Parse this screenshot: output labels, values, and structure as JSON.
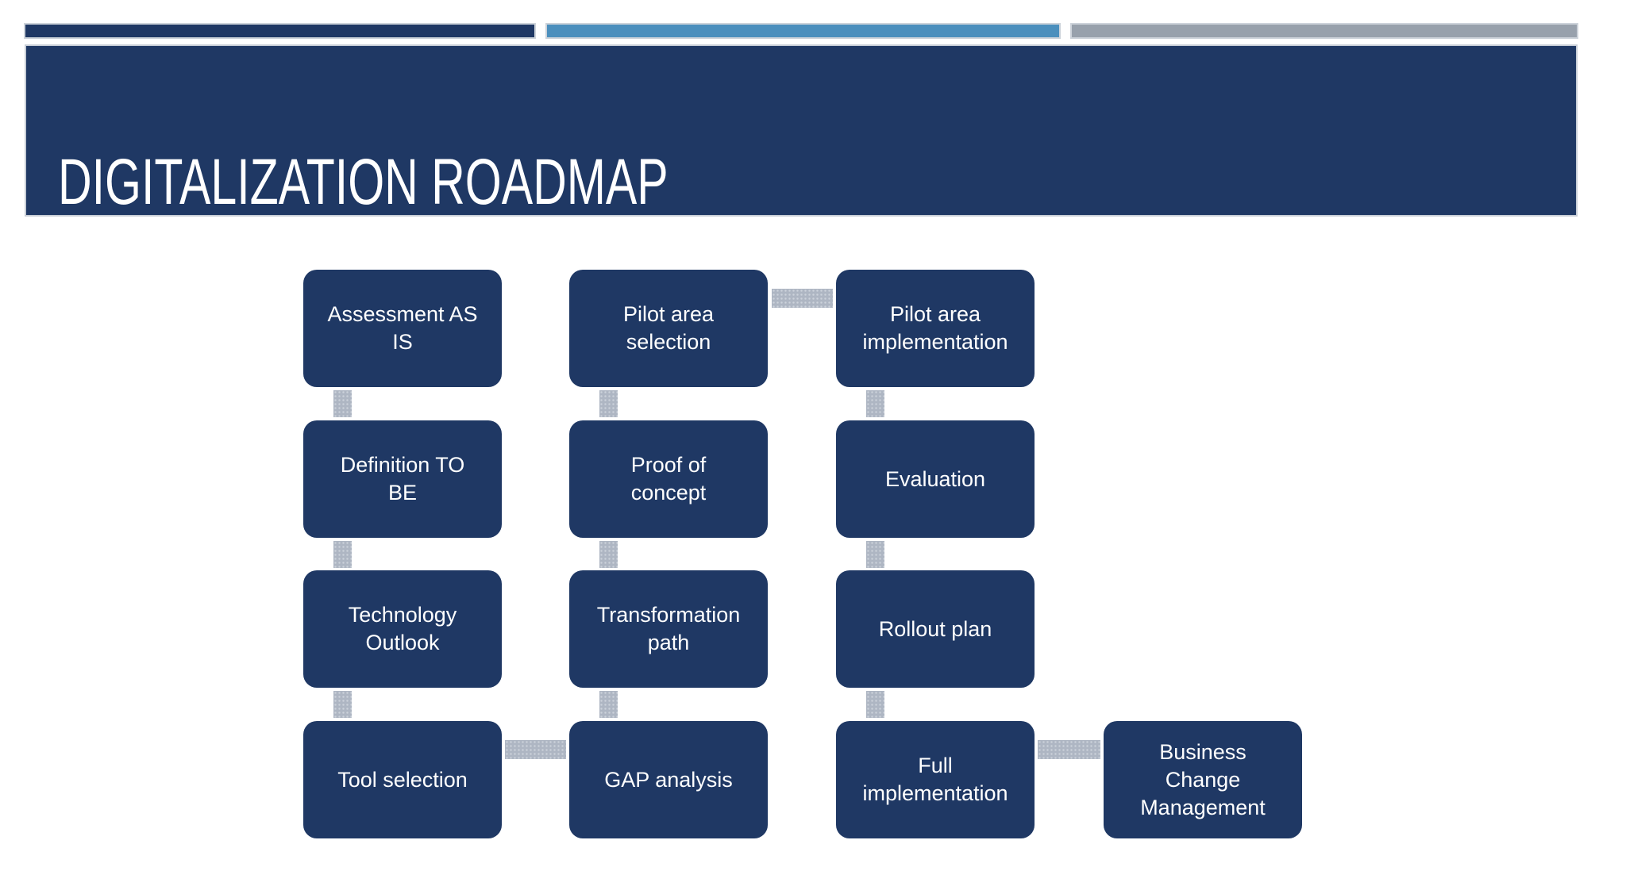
{
  "slide": {
    "title": "DIGITALIZATION ROADMAP",
    "background_color": "#ffffff",
    "title_band_color": "#1f3864",
    "title_text_color": "#ffffff",
    "accent_bars": [
      {
        "name": "navy-bar",
        "color": "#1f3864"
      },
      {
        "name": "blue-bar",
        "color": "#4b8fbd"
      },
      {
        "name": "gray-bar",
        "color": "#98a1ac"
      }
    ]
  },
  "diagram": {
    "box_color": "#1f3864",
    "box_text_color": "#ffffff",
    "connector_color": "#aeb6c3",
    "boxes": [
      {
        "id": "assessment-as-is",
        "label": "Assessment AS IS",
        "col": 1,
        "row": 1
      },
      {
        "id": "definition-to-be",
        "label": "Definition TO BE",
        "col": 1,
        "row": 2
      },
      {
        "id": "technology-outlook",
        "label": "Technology Outlook",
        "col": 1,
        "row": 3
      },
      {
        "id": "tool-selection",
        "label": "Tool selection",
        "col": 1,
        "row": 4
      },
      {
        "id": "pilot-area-selection",
        "label": "Pilot area selection",
        "col": 2,
        "row": 1
      },
      {
        "id": "proof-of-concept",
        "label": "Proof of concept",
        "col": 2,
        "row": 2
      },
      {
        "id": "transformation-path",
        "label": "Transformation path",
        "col": 2,
        "row": 3
      },
      {
        "id": "gap-analysis",
        "label": "GAP analysis",
        "col": 2,
        "row": 4
      },
      {
        "id": "pilot-area-implementation",
        "label": "Pilot area implementation",
        "col": 3,
        "row": 1
      },
      {
        "id": "evaluation",
        "label": "Evaluation",
        "col": 3,
        "row": 2
      },
      {
        "id": "rollout-plan",
        "label": "Rollout plan",
        "col": 3,
        "row": 3
      },
      {
        "id": "full-implementation",
        "label": "Full implementation",
        "col": 3,
        "row": 4
      },
      {
        "id": "business-change-management",
        "label": "Business Change Management",
        "col": 4,
        "row": 4
      }
    ],
    "connections": [
      {
        "from": "assessment-as-is",
        "to": "definition-to-be",
        "orientation": "vertical"
      },
      {
        "from": "definition-to-be",
        "to": "technology-outlook",
        "orientation": "vertical"
      },
      {
        "from": "technology-outlook",
        "to": "tool-selection",
        "orientation": "vertical"
      },
      {
        "from": "tool-selection",
        "to": "gap-analysis",
        "orientation": "horizontal"
      },
      {
        "from": "gap-analysis",
        "to": "transformation-path",
        "orientation": "vertical"
      },
      {
        "from": "transformation-path",
        "to": "proof-of-concept",
        "orientation": "vertical"
      },
      {
        "from": "proof-of-concept",
        "to": "pilot-area-selection",
        "orientation": "vertical"
      },
      {
        "from": "pilot-area-selection",
        "to": "pilot-area-implementation",
        "orientation": "horizontal"
      },
      {
        "from": "pilot-area-implementation",
        "to": "evaluation",
        "orientation": "vertical"
      },
      {
        "from": "evaluation",
        "to": "rollout-plan",
        "orientation": "vertical"
      },
      {
        "from": "rollout-plan",
        "to": "full-implementation",
        "orientation": "vertical"
      },
      {
        "from": "full-implementation",
        "to": "business-change-management",
        "orientation": "horizontal"
      }
    ]
  }
}
